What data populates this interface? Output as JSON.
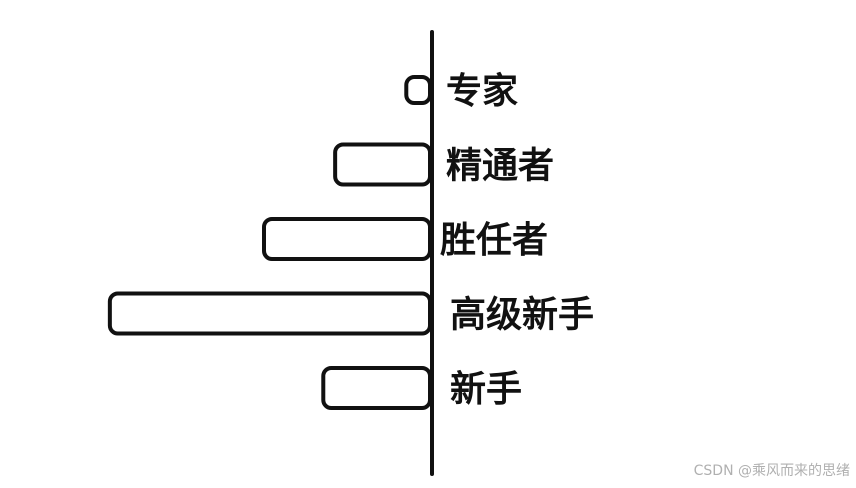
{
  "chart_data": {
    "type": "bar",
    "orientation": "horizontal",
    "categories": [
      "专家",
      "精通者",
      "胜任者",
      "高级新手",
      "新手"
    ],
    "values": [
      1,
      4,
      7,
      13.5,
      4.5
    ],
    "title": "",
    "xlabel": "",
    "ylabel": "",
    "xlim": [
      0,
      14
    ],
    "grid": false,
    "legend": "none",
    "bar_direction": "leftward",
    "colors": {
      "stroke": "#111111",
      "fill": "#ffffff"
    }
  },
  "watermark": {
    "text": "CSDN @乘风而来的思绪"
  }
}
